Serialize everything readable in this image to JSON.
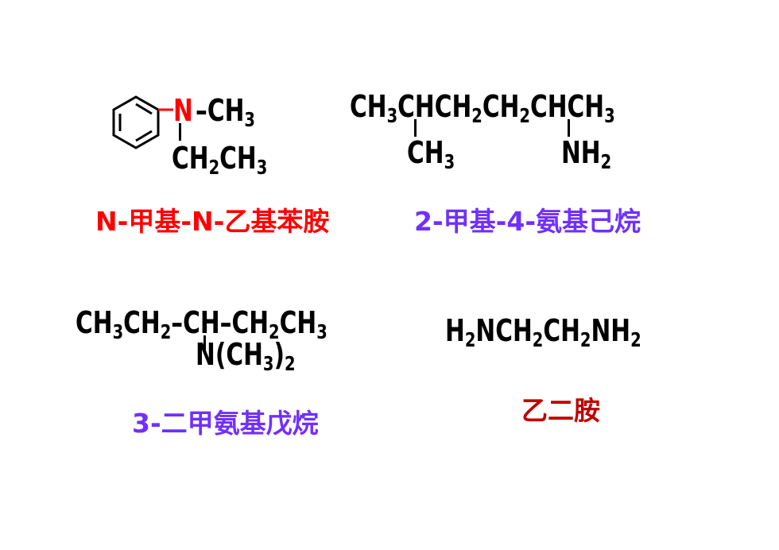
{
  "colors": {
    "red": "#ff0000",
    "purple": "#7030ff",
    "dark_red": "#c00000",
    "black": "#000000"
  },
  "compound1": {
    "n_atom": "N",
    "methyl_dash": "–",
    "methyl_c": "CH",
    "methyl_sub": "3",
    "ethyl_c1": "CH",
    "ethyl_sub1": "2",
    "ethyl_c2": "CH",
    "ethyl_sub2": "3",
    "name": "N-甲基-N-乙基苯胺"
  },
  "compound2": {
    "main_p1": "CH",
    "main_s1": "3",
    "main_p2": "CHCH",
    "main_s2": "2",
    "main_p3": "CH",
    "main_s3": "2",
    "main_p4": "CHCH",
    "main_s4": "3",
    "branch1_c": "CH",
    "branch1_sub": "3",
    "branch2_c": "NH",
    "branch2_sub": "2",
    "name": "2-甲基-4-氨基己烷"
  },
  "compound3": {
    "main_p1": "CH",
    "main_s1": "3",
    "main_p2": "CH",
    "main_s2": "2",
    "main_p3": "–CH–CH",
    "main_s3": "2",
    "main_p4": "CH",
    "main_s4": "3",
    "branch_p1": "N",
    "branch_p2": "(CH",
    "branch_s1": "3",
    "branch_p3": ")",
    "branch_s2": "2",
    "name": "3-二甲氨基戊烷"
  },
  "compound4": {
    "p1": "H",
    "s1": "2",
    "p2": "NCH",
    "s2": "2",
    "p3": "CH",
    "s3": "2",
    "p4": "NH",
    "s4": "2",
    "name": "乙二胺"
  }
}
